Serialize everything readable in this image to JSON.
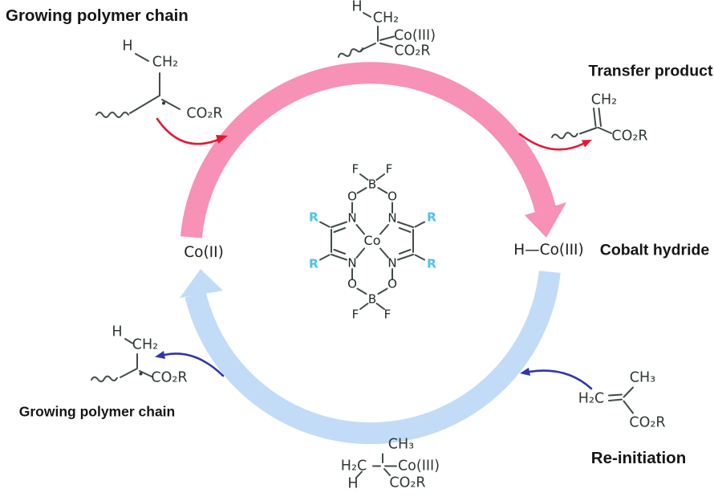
{
  "colors": {
    "background": "#ffffff",
    "pink_arc": "#f791b6",
    "blue_arc": "#c2dcf7",
    "red_arrow": "#e31937",
    "blue_arrow": "#2e36b0",
    "r_substituent": "#4fc3ea",
    "bond": "#414b4b",
    "atom_text": "#1f2828",
    "label_text": "#161616",
    "formula_text": "#2f3737"
  },
  "labels": {
    "growing_chain_top": "Growing polymer chain",
    "transfer_product": "Transfer product",
    "cobalt_hydride": "Cobalt hydride",
    "re_initiation": "Re-initiation",
    "growing_chain_bottom": "Growing polymer chain",
    "co_ii": "Co(II)",
    "h_co_iii": "H—Co(III)"
  },
  "structures": {
    "growing_chain_top": {
      "h": "H",
      "ch2": "CH₂",
      "co2r": "CO₂R"
    },
    "cobalt_alkyl_top": {
      "h": "H",
      "ch2": "CH₂",
      "co": "Co(III)",
      "co2r": "CO₂R"
    },
    "transfer_product": {
      "ch2": "CH₂",
      "co2r": "CO₂R"
    },
    "complex": {
      "co": "Co",
      "n": "N",
      "o": "O",
      "b": "B",
      "f": "F",
      "r": "R"
    },
    "growing_chain_bottom": {
      "h": "H",
      "ch2": "CH₂",
      "co2r": "CO₂R"
    },
    "cobalt_alkyl_bottom": {
      "ch3": "CH₃",
      "h2c": "H₂C",
      "h": "H",
      "co": "Co(III)",
      "co2r": "CO₂R"
    },
    "monomer": {
      "ch3": "CH₃",
      "h2c": "H₂C",
      "co2r": "CO₂R"
    }
  }
}
